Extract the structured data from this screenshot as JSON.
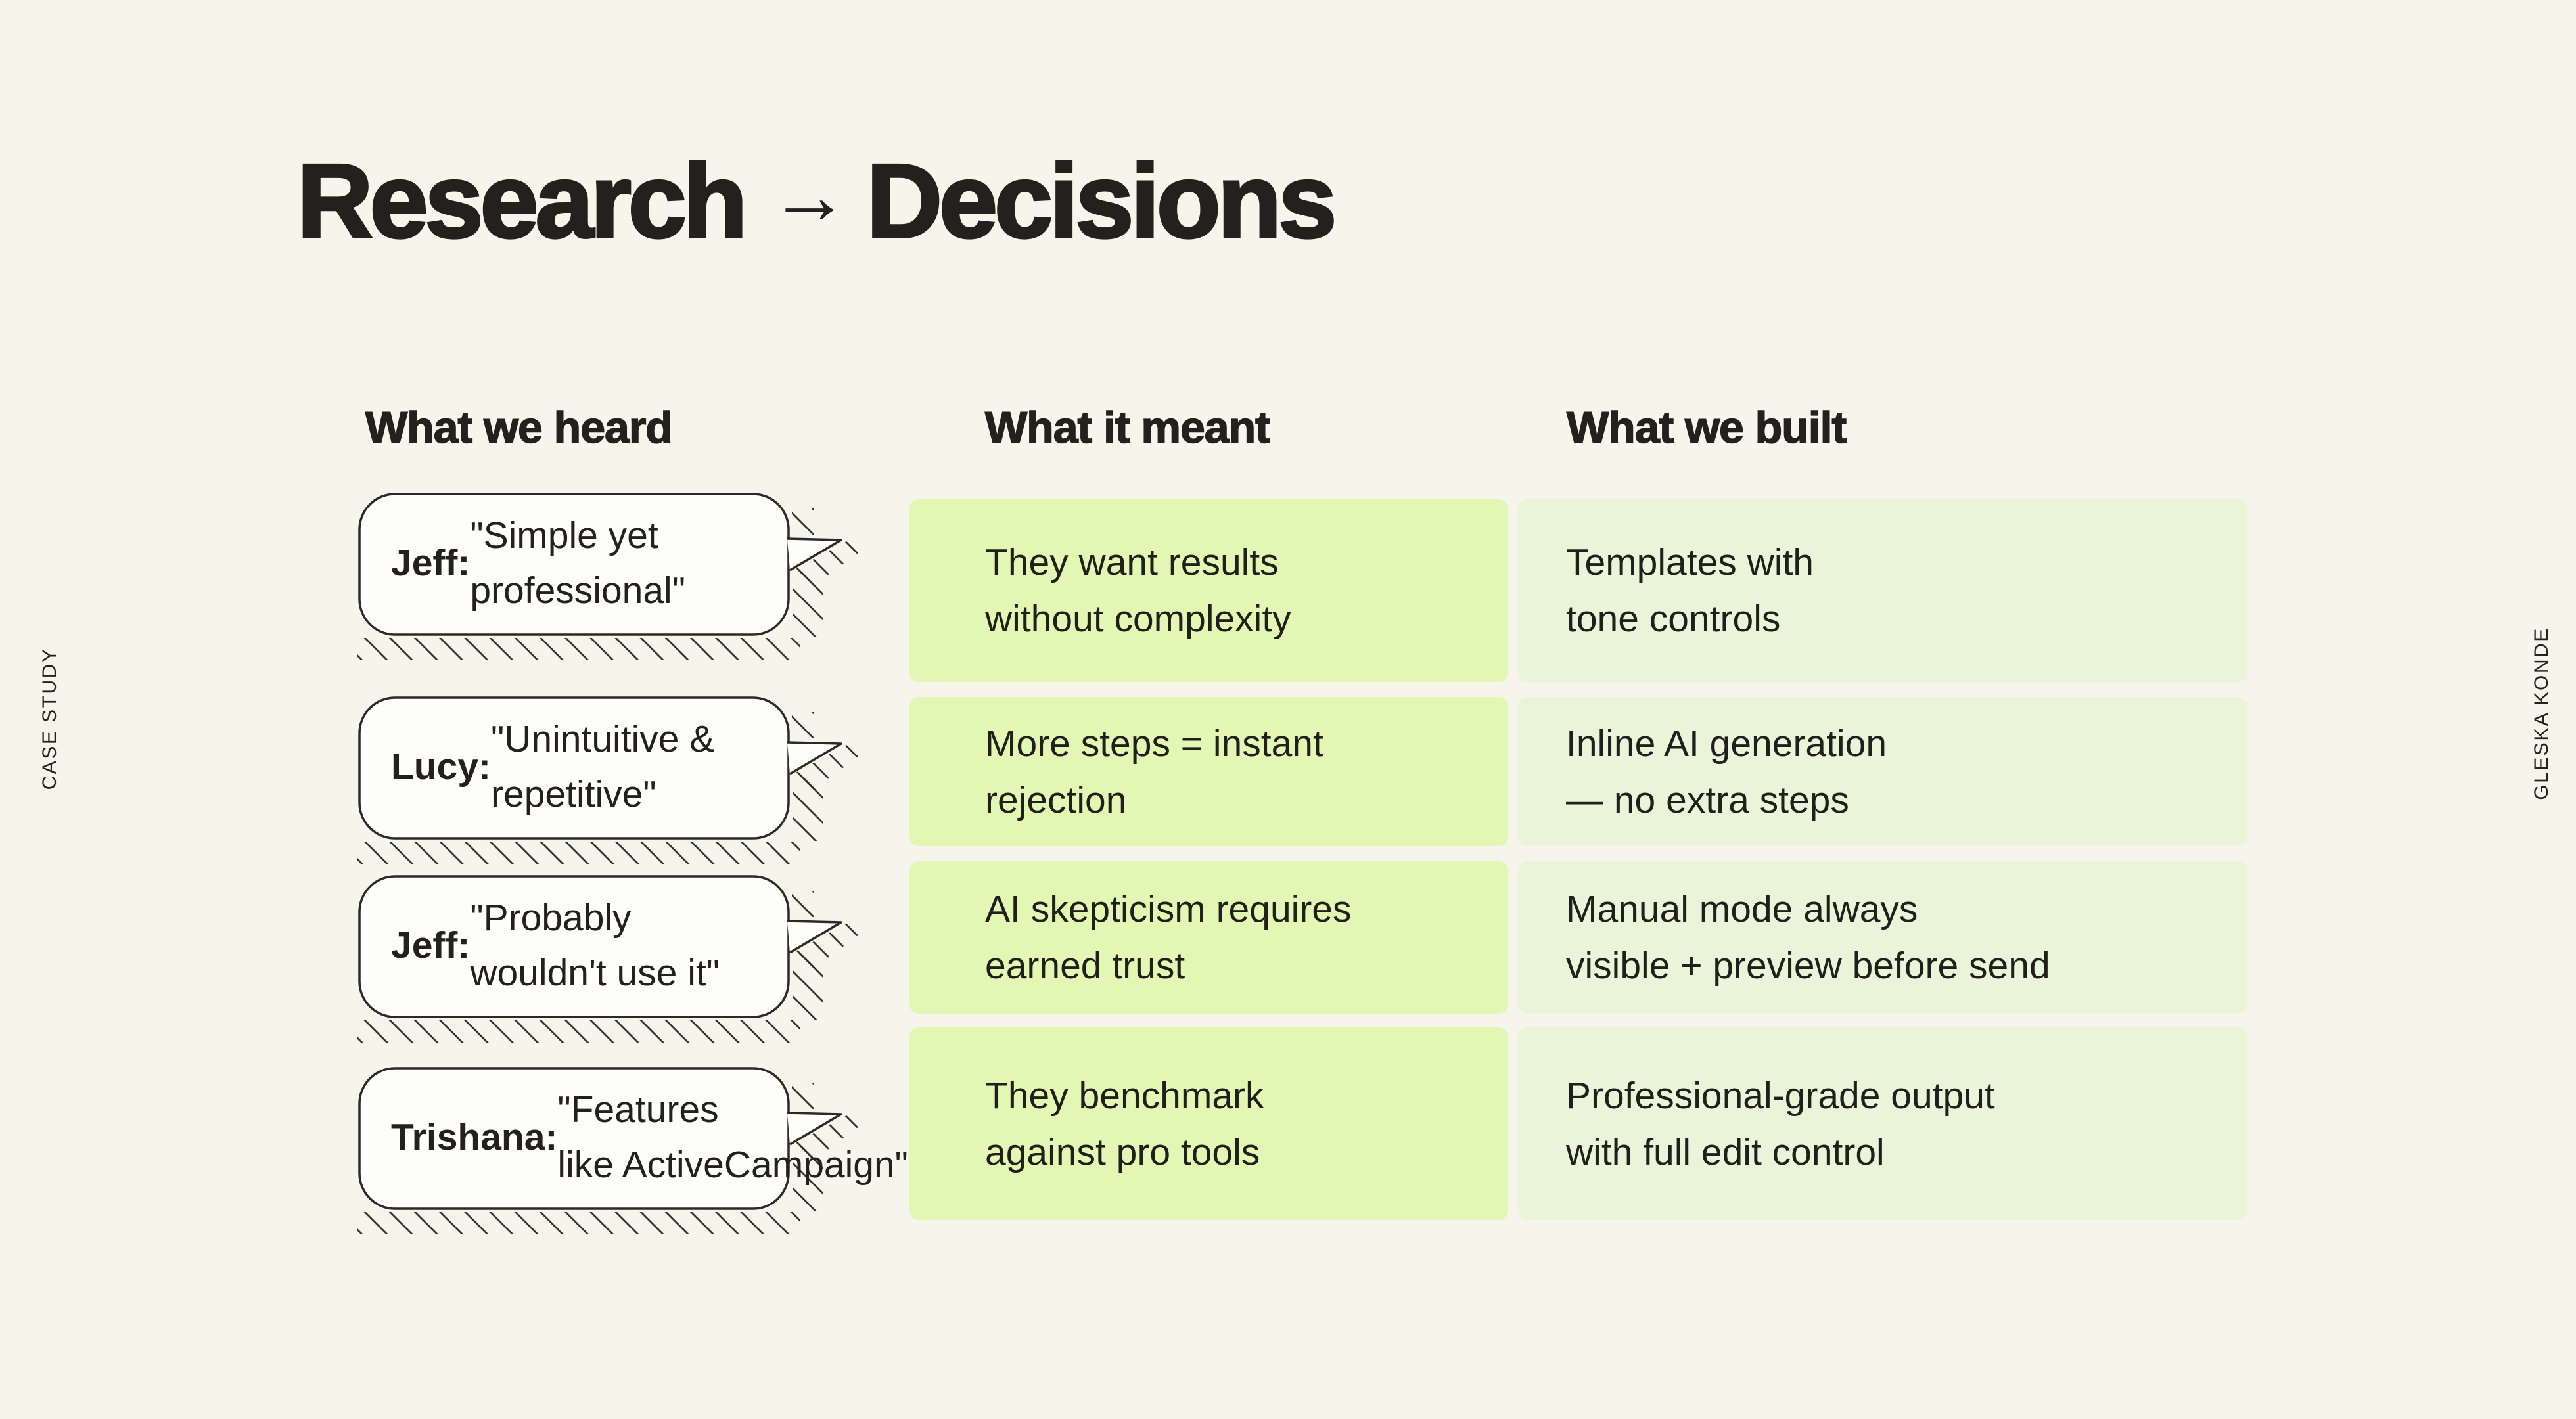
{
  "title": {
    "left": "Research",
    "arrow": "→",
    "right": "Decisions"
  },
  "side_labels": {
    "left": "CASE STUDY",
    "right": "GLESKA KONDE"
  },
  "columns": {
    "heard": "What we heard",
    "meant": "What it meant",
    "built": "What we built"
  },
  "rows": [
    {
      "speaker": "Jeff:",
      "quote": "\"Simple yet\nprofessional\"",
      "meant": "They want results\nwithout complexity",
      "built": "Templates with\ntone controls"
    },
    {
      "speaker": "Lucy:",
      "quote": "\"Unintuitive &\nrepetitive\"",
      "meant": "More steps = instant\nrejection",
      "built": "Inline AI generation\n— no extra steps"
    },
    {
      "speaker": "Jeff:",
      "quote": "\"Probably\nwouldn't use it\"",
      "meant": "AI skepticism requires\nearned trust",
      "built": "Manual mode always\nvisible + preview before send"
    },
    {
      "speaker": "Trishana:",
      "quote": "\"Features\nlike ActiveCampaign\"",
      "meant": "They benchmark\nagainst pro tools",
      "built": "Professional-grade output\nwith full edit control"
    }
  ],
  "colors": {
    "background": "#f5f5ec",
    "meant_cell": "#e2f7b3",
    "built_cell": "#e9f4d8",
    "ink": "#22211d",
    "bubble_fill": "#fdfdfb",
    "bubble_border": "#2b2a26"
  }
}
